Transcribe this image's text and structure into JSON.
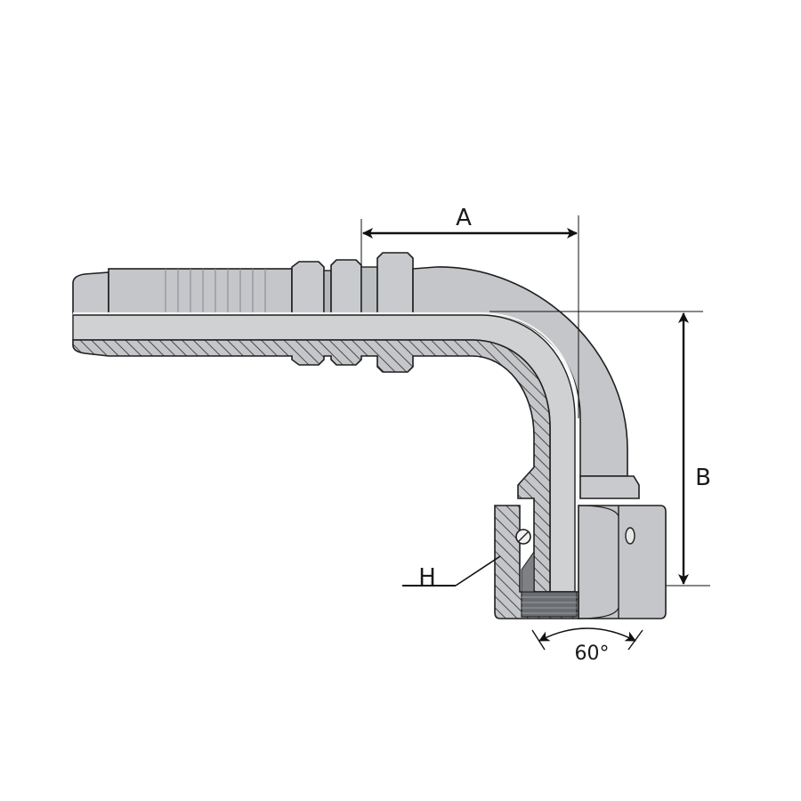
{
  "labels": {
    "dim_a": "A",
    "dim_b": "B",
    "dim_h": "H",
    "angle": "60°"
  },
  "colors": {
    "metal": "#c4c6c9",
    "metal_dark": "#a9acb0",
    "metal_light": "#d2d4d6",
    "outline": "#1f1f1f",
    "hatch": "#2a2a2a",
    "bore": "#ffffff",
    "dimension": "#111111"
  }
}
